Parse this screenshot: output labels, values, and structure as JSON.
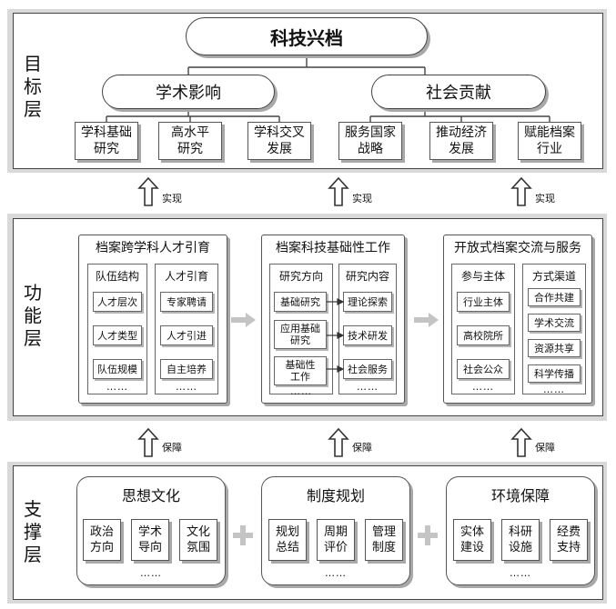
{
  "goal_layer": {
    "label": "目标层",
    "root": "科技兴档",
    "branches": [
      {
        "title": "学术影响",
        "items": [
          "学科基础研究",
          "高水平研究",
          "学科交叉发展"
        ]
      },
      {
        "title": "社会贡献",
        "items": [
          "服务国家战略",
          "推动经济发展",
          "赋能档案行业"
        ]
      }
    ]
  },
  "function_layer": {
    "label": "功能层",
    "modules": [
      {
        "title": "档案跨学科人才引育",
        "columns": [
          {
            "title": "队伍结构",
            "items": [
              "人才层次",
              "人才类型",
              "队伍规模"
            ]
          },
          {
            "title": "人才引育",
            "items": [
              "专家聘请",
              "人才引进",
              "自主培养"
            ]
          }
        ]
      },
      {
        "title": "档案科技基础性工作",
        "columns": [
          {
            "title": "研究方向",
            "items": [
              "基础研究",
              "应用基础研究",
              "基础性工作"
            ]
          },
          {
            "title": "研究内容",
            "items": [
              "理论探索",
              "技术研发",
              "社会服务"
            ]
          }
        ]
      },
      {
        "title": "开放式档案交流与服务",
        "columns": [
          {
            "title": "参与主体",
            "items": [
              "行业主体",
              "高校院所",
              "社会公众"
            ]
          },
          {
            "title": "方式渠道",
            "items": [
              "合作共建",
              "学术交流",
              "资源共享",
              "科学传播"
            ]
          }
        ]
      }
    ]
  },
  "support_layer": {
    "label": "支撑层",
    "groups": [
      {
        "title": "思想文化",
        "items": [
          "政治方向",
          "学术导向",
          "文化氛围"
        ]
      },
      {
        "title": "制度规划",
        "items": [
          "规划总结",
          "周期评价",
          "管理制度"
        ]
      },
      {
        "title": "环境保障",
        "items": [
          "实体建设",
          "科研设施",
          "经费支持"
        ]
      }
    ]
  },
  "links": {
    "realize": "实现",
    "guarantee": "保障",
    "ellipsis": "……"
  }
}
